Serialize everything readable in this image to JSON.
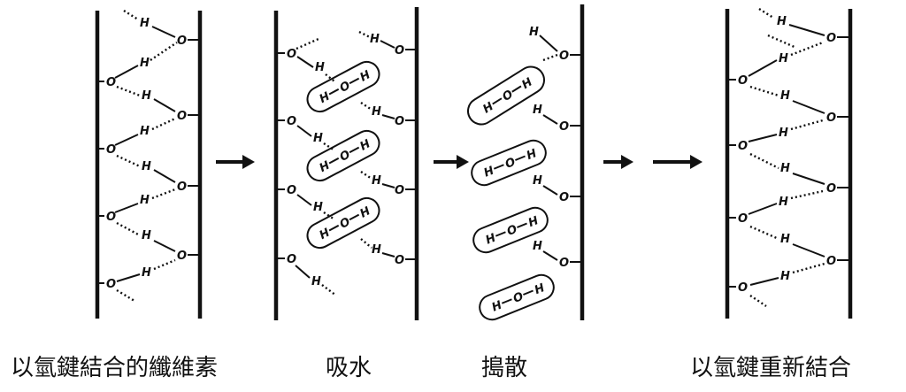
{
  "atoms": {
    "hydrogen": "H",
    "oxygen": "O"
  },
  "captions": {
    "step1": "以氫鍵結合的纖維素",
    "step2": "吸水",
    "step3": "搗散",
    "step4": "以氫鍵重新結合"
  }
}
